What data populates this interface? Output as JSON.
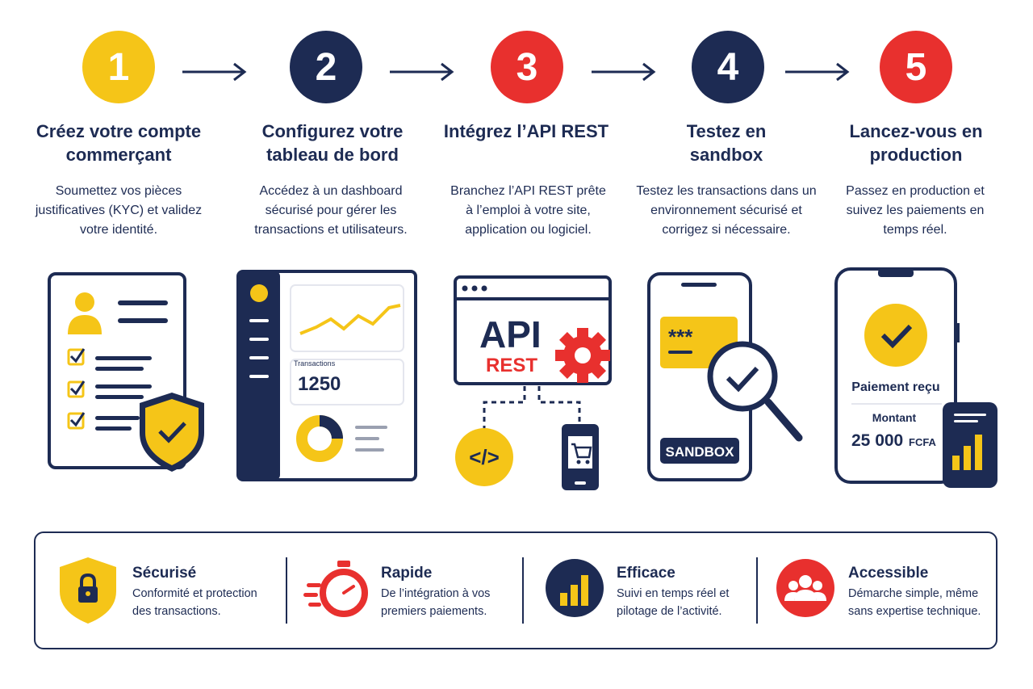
{
  "steps": [
    {
      "number": "1",
      "title": "Créez votre compte commerçant",
      "description": "Soumettez vos pièces justificatives (KYC) et validez votre identité.",
      "color": "#f5c518"
    },
    {
      "number": "2",
      "title": "Configurez votre tableau de bord",
      "description": "Accédez à un dashboard sécurisé pour gérer les transactions et utilisateurs.",
      "color": "#1d2b53"
    },
    {
      "number": "3",
      "title": "Intégrez l’API REST",
      "description": "Branchez l’API REST prête à l’emploi à votre site, application ou logiciel.",
      "color": "#e8302e"
    },
    {
      "number": "4",
      "title": "Testez en sandbox",
      "description": "Testez les transactions dans un environnement sécurisé et corrigez si nécessaire.",
      "color": "#1d2b53"
    },
    {
      "number": "5",
      "title": "Lancez-vous en production",
      "description": "Passez en production et suivez les paiements en temps réel.",
      "color": "#e8302e"
    }
  ],
  "illustrations": {
    "dashboard_label": "Transactions",
    "dashboard_value": "1250",
    "api_line1": "API",
    "api_line2": "REST",
    "code_symbol": "</>",
    "sandbox_password": "***",
    "sandbox_label": "SANDBOX",
    "payment_status": "Paiement reçu",
    "amount_label": "Montant",
    "amount_value": "25 000",
    "amount_currency": "FCFA"
  },
  "features": [
    {
      "title": "Sécurisé",
      "description": "Conformité et protection des transactions.",
      "icon": "shield-lock-icon"
    },
    {
      "title": "Rapide",
      "description": "De l’intégration à vos premiers paiements.",
      "icon": "stopwatch-icon"
    },
    {
      "title": "Efficace",
      "description": "Suivi en temps réel et pilotage de l’activité.",
      "icon": "bar-chart-icon"
    },
    {
      "title": "Accessible",
      "description": "Démarche simple, même sans expertise technique.",
      "icon": "users-icon"
    }
  ],
  "colors": {
    "navy": "#1d2b53",
    "yellow": "#f5c518",
    "red": "#e8302e"
  }
}
